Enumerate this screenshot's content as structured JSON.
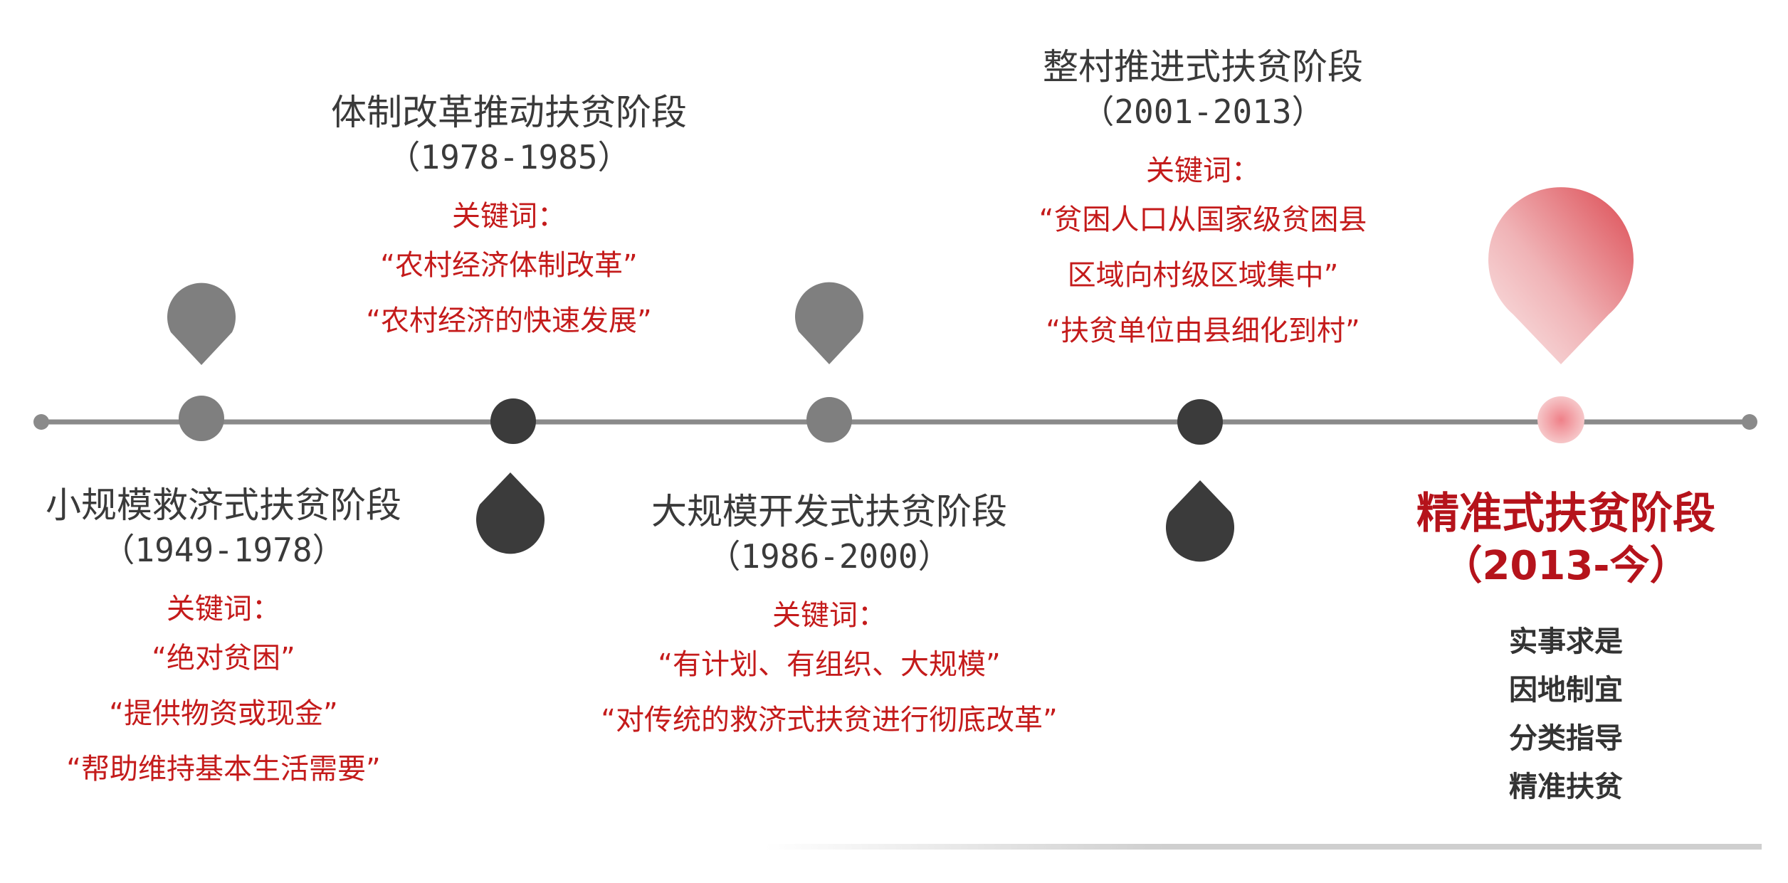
{
  "stages": [
    {
      "title": "小规模救济式扶贫阶段",
      "period": "（1949-1978）",
      "keyword_label": "关键词：",
      "keywords": [
        "“绝对贫困”",
        "“提供物资或现金”",
        "“帮助维持基本生活需要”"
      ]
    },
    {
      "title": "体制改革推动扶贫阶段",
      "period": "（1978-1985）",
      "keyword_label": "关键词：",
      "keywords": [
        "“农村经济体制改革”",
        "“农村经济的快速发展”"
      ]
    },
    {
      "title": "大规模开发式扶贫阶段",
      "period": "（1986-2000）",
      "keyword_label": "关键词：",
      "keywords": [
        "“有计划、有组织、大规模”",
        "“对传统的救济式扶贫进行彻底改革”"
      ]
    },
    {
      "title": "整村推进式扶贫阶段",
      "period": "（2001-2013）",
      "keyword_label": "关键词：",
      "keywords": [
        "“贫困人口从国家级贫困县",
        "区域向村级区域集中”",
        "“扶贫单位由县细化到村”"
      ]
    },
    {
      "title": "精准式扶贫阶段",
      "period": "（2013-今）",
      "principles": [
        "实事求是",
        "因地制宜",
        "分类指导",
        "精准扶贫"
      ]
    }
  ],
  "colors": {
    "axis": "#8a8a8a",
    "marker_light": "#7f7f7f",
    "marker_dark": "#3b3b3b",
    "accent": "#c41b1b",
    "accent_soft": "#e9a3a6"
  }
}
